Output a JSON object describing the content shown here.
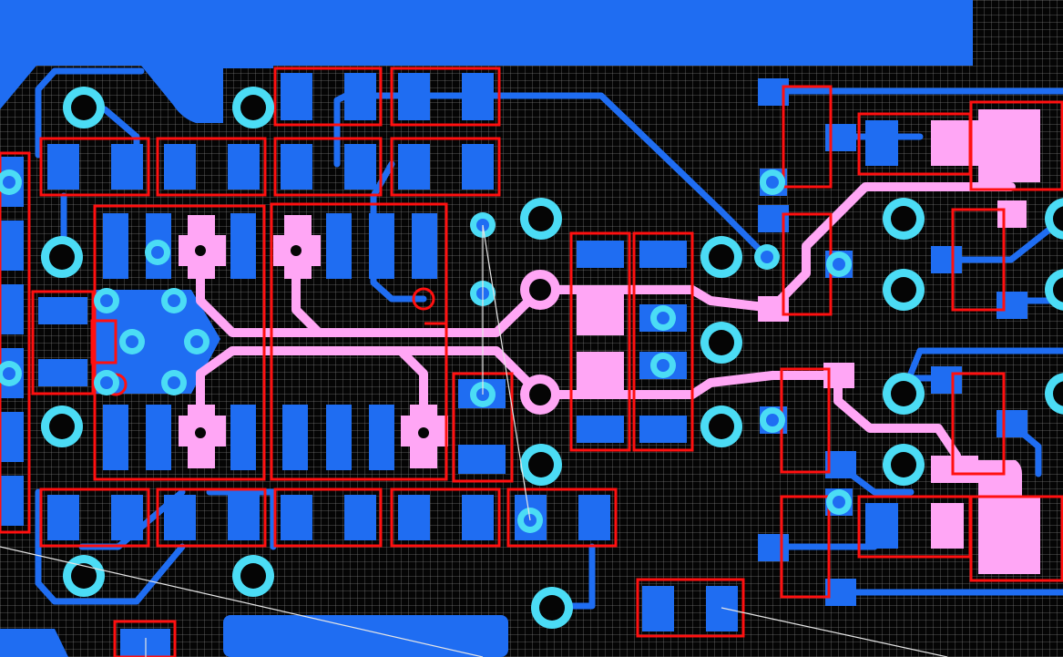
{
  "app": {
    "view": "pcb-layout-editor"
  },
  "colors": {
    "background": "#050505",
    "grid": "#8a8a8a",
    "copper_bottom": "#1f6df2",
    "copper_top": "#ffa6f5",
    "via_ring": "#4bdcf5",
    "silkscreen_outline": "#ff1010",
    "ratsnest": "#e6e6e6"
  },
  "layers": [
    {
      "name": "bottom-copper",
      "color": "#1f6df2"
    },
    {
      "name": "top-copper",
      "color": "#ffa6f5"
    },
    {
      "name": "component-outline",
      "color": "#ff1010"
    },
    {
      "name": "vias",
      "color": "#4bdcf5"
    },
    {
      "name": "ratsnest",
      "color": "#e6e6e6"
    }
  ]
}
